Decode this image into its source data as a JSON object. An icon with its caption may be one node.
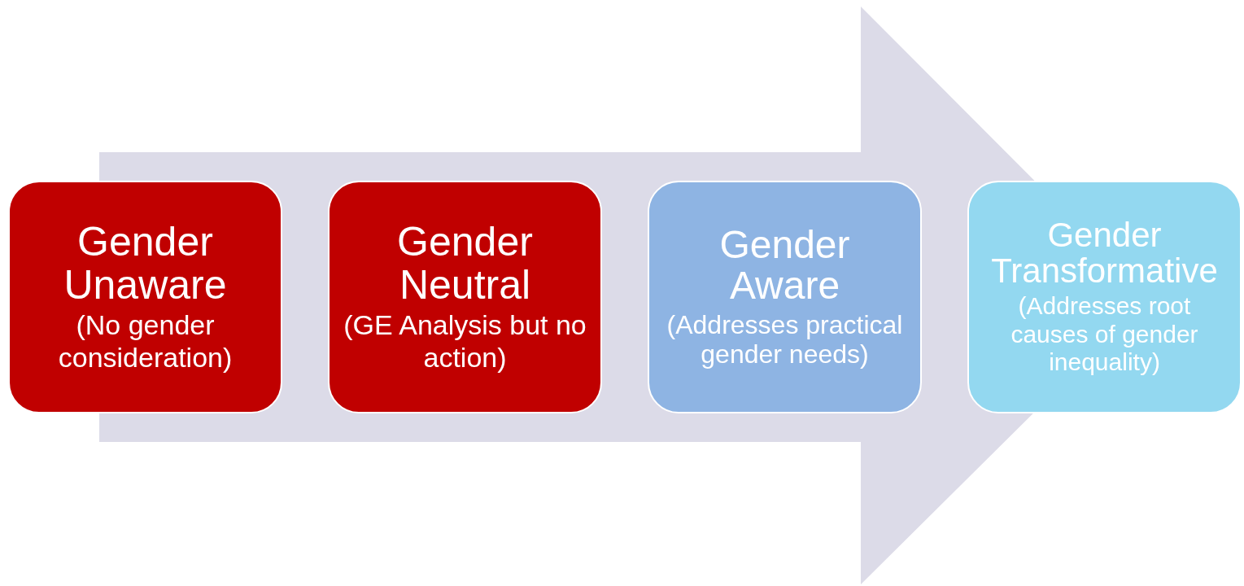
{
  "diagram": {
    "nodes": [
      {
        "text": [
          "Gender Unaware",
          "(No gender consideration)"
        ]
      },
      {
        "text": [
          "Gender Neutral",
          "(GE Analysis but no action)"
        ]
      },
      {
        "text": [
          "Gender Aware",
          "(Addresses practical gender needs)"
        ]
      },
      {
        "text": [
          "Gender Transformative",
          "(Addresses root causes of gender inequality)"
        ]
      }
    ],
    "edges": [
      {
        "from": 0,
        "to": 3,
        "arrow": "to"
      }
    ]
  }
}
